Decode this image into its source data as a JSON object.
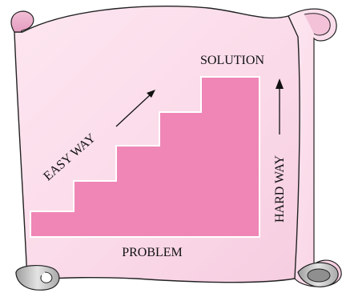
{
  "labels": {
    "solution": "SOLUTION",
    "problem": "PROBLEM",
    "easy_way": "EASY WAY",
    "hard_way": "HARD WAY"
  },
  "colors": {
    "scroll_fill": "#fbdcea",
    "scroll_shade": "#f3c2d8",
    "scroll_outline": "#222222",
    "stairs_fill": "#ef86b6",
    "stairs_outline": "#ffffff",
    "roll_gray": "#bdbdbd",
    "text": "#111111"
  },
  "icons": {
    "easy_arrow": "diagonal-arrow-up-right",
    "hard_arrow": "vertical-arrow-up"
  }
}
